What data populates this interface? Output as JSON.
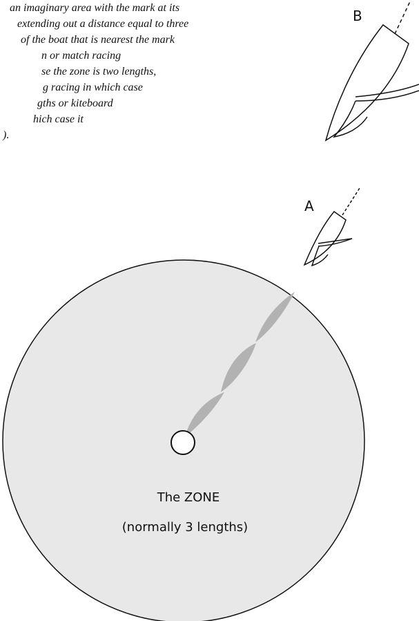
{
  "definition": {
    "lines": [
      "an imaginary area with the mark at its",
      "extending out a distance equal to three",
      "of the boat that is nearest the mark",
      "n or match racing",
      "se the zone is two lengths,",
      "g racing in which case",
      "gths or kiteboard",
      "hich case it",
      ")."
    ]
  },
  "boats": {
    "a_label": "A",
    "b_label": "B"
  },
  "zone": {
    "title": "The ZONE",
    "subtitle": "(normally 3 lengths)"
  },
  "colors": {
    "zone_fill": "#e8e8e8",
    "track_fill": "#b2b2b2",
    "outline": "#111111"
  }
}
